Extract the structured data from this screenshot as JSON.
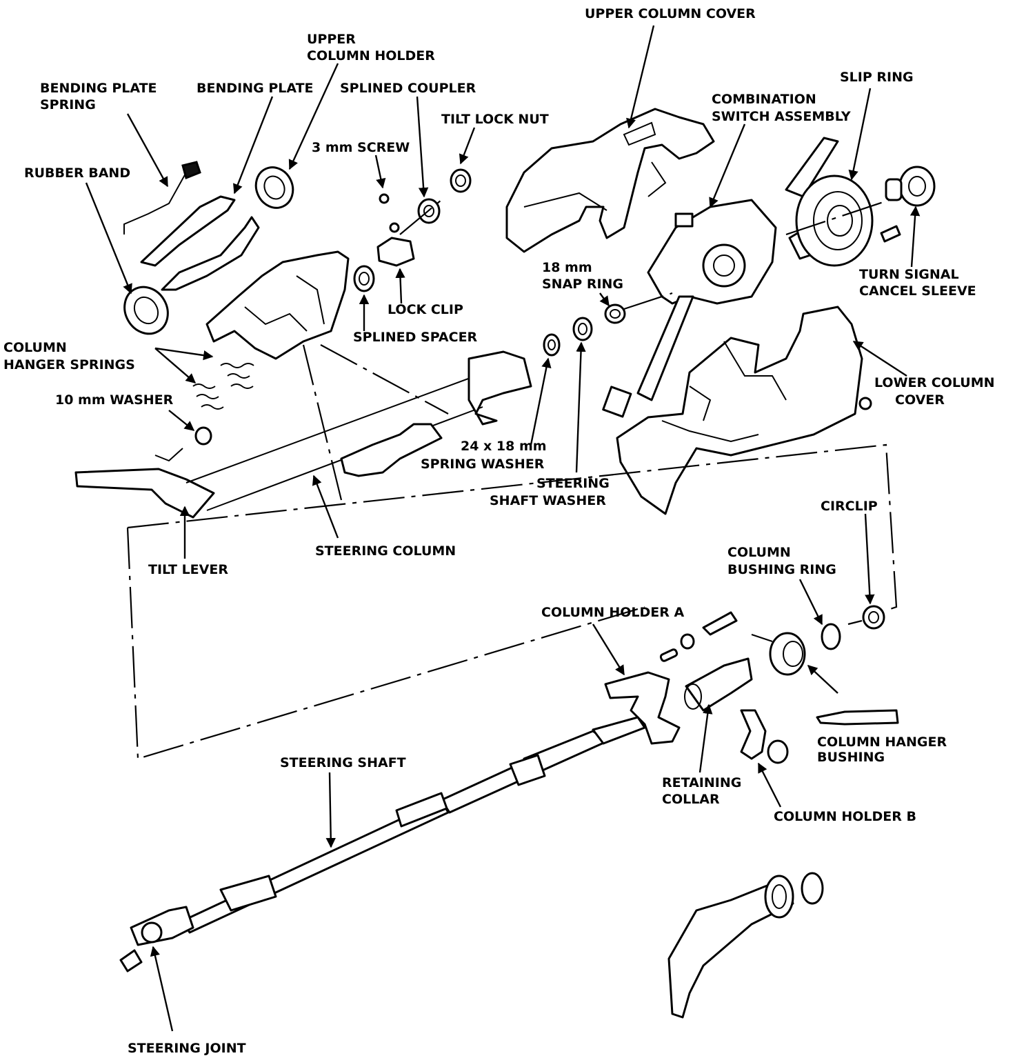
{
  "labels": {
    "upper_column_cover": "UPPER COLUMN COVER",
    "upper_column_holder_1": "UPPER",
    "upper_column_holder_2": "COLUMN HOLDER",
    "bending_plate_spring_1": "BENDING PLATE",
    "bending_plate_spring_2": "SPRING",
    "bending_plate": "BENDING PLATE",
    "splined_coupler": "SPLINED COUPLER",
    "tilt_lock_nut": "TILT LOCK NUT",
    "combination_switch_1": "COMBINATION",
    "combination_switch_2": "SWITCH ASSEMBLY",
    "slip_ring": "SLIP RING",
    "rubber_band": "RUBBER BAND",
    "screw_3mm": "3 mm SCREW",
    "lock_clip": "LOCK CLIP",
    "splined_spacer": "SPLINED SPACER",
    "snap_ring_1": "18 mm",
    "snap_ring_2": "SNAP RING",
    "turn_signal_1": "TURN SIGNAL",
    "turn_signal_2": "CANCEL SLEEVE",
    "column_hanger_springs_1": "COLUMN",
    "column_hanger_springs_2": "HANGER SPRINGS",
    "washer_10mm": "10 mm WASHER",
    "lower_column_cover_1": "LOWER COLUMN",
    "lower_column_cover_2": "COVER",
    "spring_washer_1": "24 x 18 mm",
    "spring_washer_2": "SPRING WASHER",
    "shaft_washer_1": "STEERING",
    "shaft_washer_2": "SHAFT WASHER",
    "circlip": "CIRCLIP",
    "tilt_lever": "TILT LEVER",
    "steering_column": "STEERING COLUMN",
    "column_bushing_ring_1": "COLUMN",
    "column_bushing_ring_2": "BUSHING RING",
    "column_holder_a": "COLUMN HOLDER A",
    "column_hanger_bushing_1": "COLUMN HANGER",
    "column_hanger_bushing_2": "BUSHING",
    "steering_shaft": "STEERING SHAFT",
    "retaining_collar_1": "RETAINING",
    "retaining_collar_2": "COLLAR",
    "column_holder_b": "COLUMN HOLDER B",
    "steering_joint": "STEERING JOINT"
  }
}
